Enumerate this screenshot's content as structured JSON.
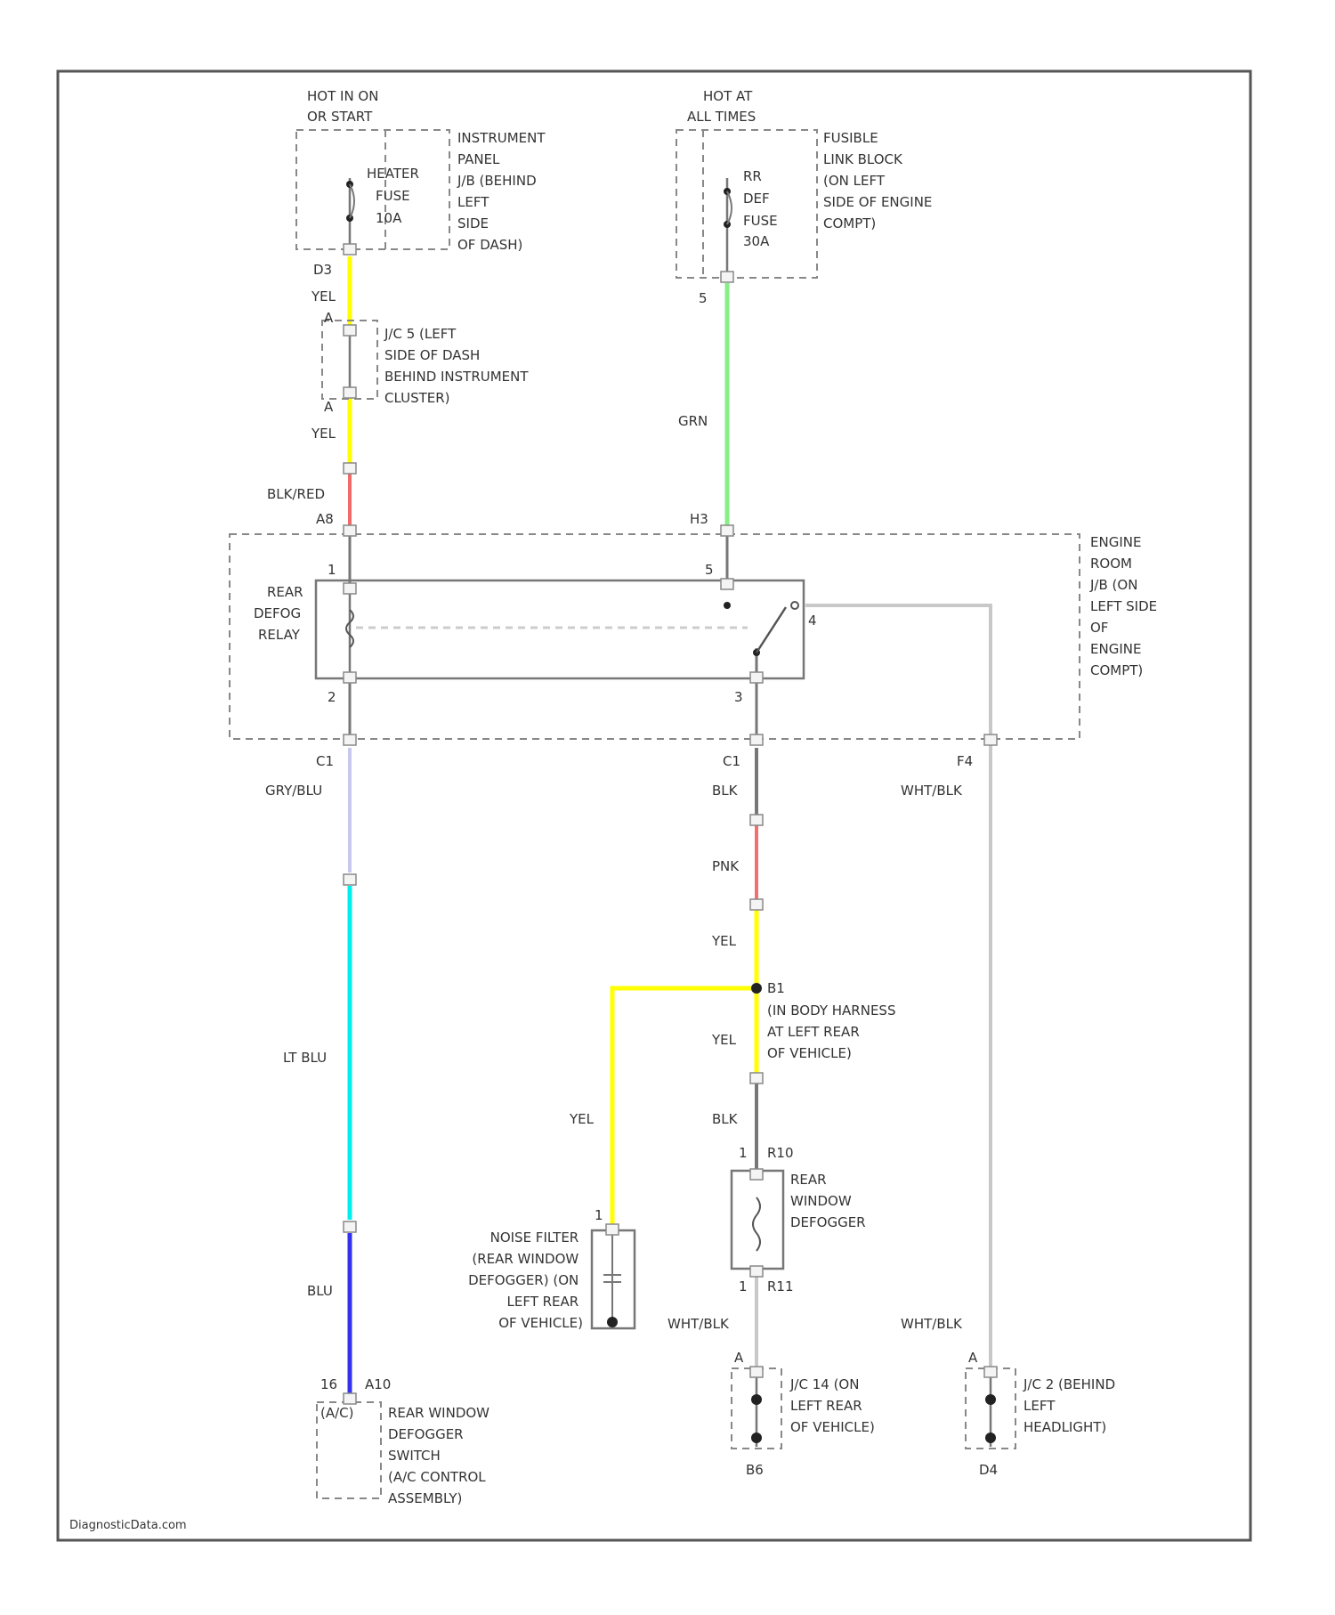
{
  "colors": {
    "YEL": "#ffff00",
    "GRN": "#88ee88",
    "BLK": "#777777",
    "BLK/RED": "#f06a6a",
    "GRY/BLU": "#c8c8ee",
    "PNK": "#f07070",
    "LT BLU": "#00eeee",
    "BLU": "#3333ee",
    "WHT/BLK": "#c8c8c8",
    "frame": "#555555"
  },
  "power_sources": [
    {
      "text": [
        "HOT IN ON",
        "OR START"
      ]
    },
    {
      "text": [
        "HOT AT",
        "ALL TIMES"
      ]
    }
  ],
  "fuses": {
    "heater": {
      "text": [
        "HEATER",
        "FUSE",
        "10A"
      ],
      "location": [
        "INSTRUMENT",
        "PANEL",
        "J/B (BEHIND",
        "LEFT",
        "SIDE",
        "OF DASH)"
      ],
      "pin": "D3"
    },
    "defog": {
      "text": [
        "RR",
        "DEF",
        "FUSE",
        "30A"
      ],
      "location": [
        "FUSIBLE",
        "LINK BLOCK",
        "(ON LEFT",
        "SIDE OF ENGINE",
        "COMPT)"
      ],
      "pin": "5"
    }
  },
  "junctions": {
    "jc5": {
      "text": [
        "J/C 5 (LEFT",
        "SIDE OF DASH",
        "BEHIND INSTRUMENT",
        "CLUSTER)"
      ],
      "pin_top": "A",
      "pin_bottom": "A"
    },
    "jc14": {
      "text": [
        "J/C 14 (ON",
        "LEFT REAR",
        "OF VEHICLE)"
      ],
      "pin": "A",
      "ground": "B6"
    },
    "jc2": {
      "text": [
        "J/C 2 (BEHIND",
        "LEFT",
        "HEADLIGHT)"
      ],
      "pin": "A",
      "ground": "D4"
    }
  },
  "engine_room_jb": {
    "text": [
      "ENGINE",
      "ROOM",
      "J/B (ON",
      "LEFT SIDE",
      "OF",
      "ENGINE",
      "COMPT)"
    ],
    "connectors": {
      "left_in": "A8",
      "right_in": "H3",
      "left_out": "C1",
      "mid_out": "C1",
      "right_out": "F4"
    }
  },
  "relay": {
    "text": [
      "REAR",
      "DEFOG",
      "RELAY"
    ],
    "pins": {
      "p1": "1",
      "p2": "2",
      "p3": "3",
      "p4": "4",
      "p5": "5"
    }
  },
  "splice": {
    "id": "B1",
    "text": [
      "(IN BODY HARNESS",
      "AT LEFT REAR",
      "OF VEHICLE)"
    ]
  },
  "wire_labels": {
    "w_yel1": "YEL",
    "w_yel2": "YEL",
    "w_blkred": "BLK/RED",
    "w_grn": "GRN",
    "w_grybl": "GRY/BLU",
    "w_ltblu": "LT BLU",
    "w_blu": "BLU",
    "w_blk1": "BLK",
    "w_pnk": "PNK",
    "w_yel3": "YEL",
    "w_yel4": "YEL",
    "w_yel5": "YEL",
    "w_blk2": "BLK",
    "w_whtblk1": "WHT/BLK",
    "w_whtblk2": "WHT/BLK",
    "w_whtblk3": "WHT/BLK"
  },
  "noise_filter": {
    "text": [
      "NOISE FILTER",
      "(REAR WINDOW",
      "DEFOGGER) (ON",
      "LEFT REAR",
      "OF VEHICLE)"
    ],
    "pin": "1"
  },
  "defogger": {
    "text": [
      "REAR",
      "WINDOW",
      "DEFOGGER"
    ],
    "pin_top": "1",
    "conn_top": "R10",
    "pin_bottom": "1",
    "conn_bottom": "R11"
  },
  "switch": {
    "text": [
      "REAR WINDOW",
      "DEFOGGER",
      "SWITCH",
      "(A/C CONTROL",
      "ASSEMBLY)"
    ],
    "pin": "16",
    "conn": "A10",
    "label": "(A/C)"
  },
  "watermark": "DiagnosticData.com"
}
